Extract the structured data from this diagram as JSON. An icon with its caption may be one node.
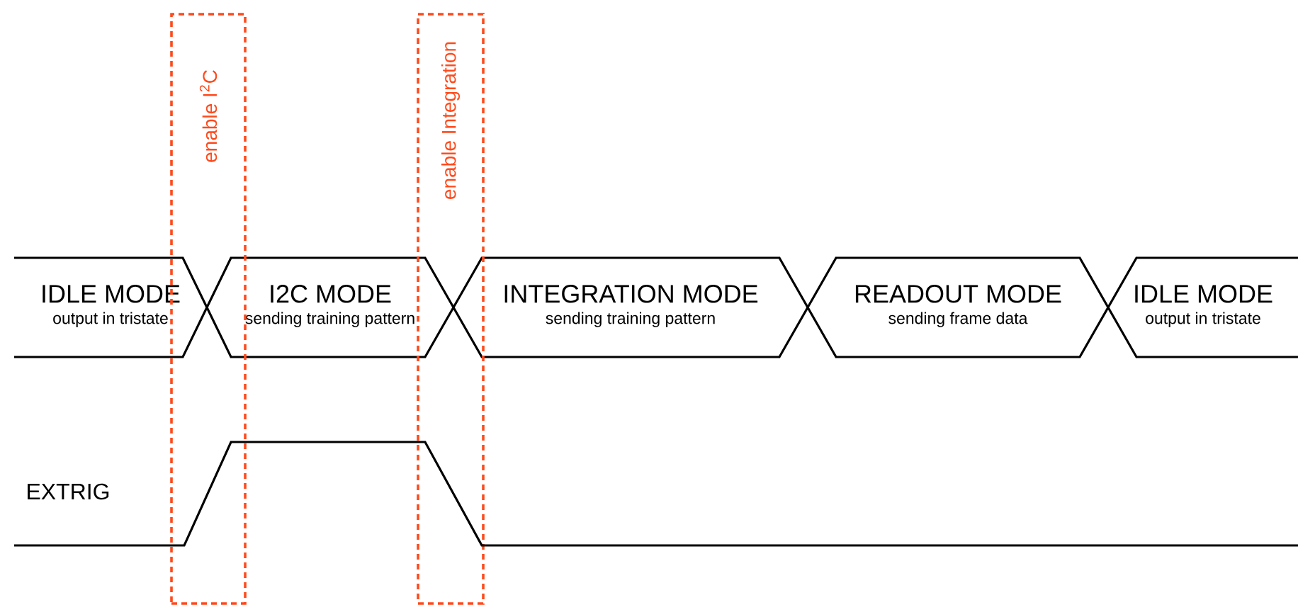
{
  "diagram": {
    "nodes": [
      {
        "text": [
          "IDLE MODE",
          "output in tristate"
        ]
      },
      {
        "text": [
          "I2C MODE",
          "sending training pattern"
        ]
      },
      {
        "text": [
          "INTEGRATION MODE",
          "sending training pattern"
        ]
      },
      {
        "text": [
          "READOUT MODE",
          "sending frame data"
        ]
      },
      {
        "text": [
          "IDLE MODE",
          "output in tristate"
        ]
      },
      {
        "text": [
          "enable I$^{2}$C"
        ]
      },
      {
        "text": [
          "enable Integration"
        ]
      }
    ],
    "labels": [
      "EXTRIG"
    ]
  }
}
